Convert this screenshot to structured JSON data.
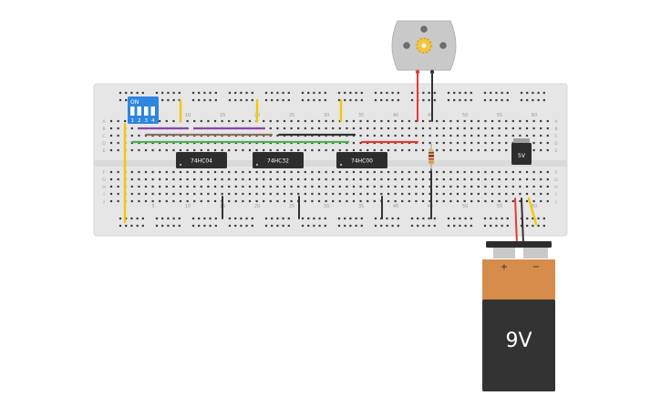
{
  "dip_switch": {
    "label": "ON",
    "numbers": [
      "1",
      "2",
      "3",
      "4"
    ]
  },
  "chips": [
    {
      "id": "inverter",
      "label": "74HC04"
    },
    {
      "id": "or-gate",
      "label": "74HC32"
    },
    {
      "id": "nand-gate",
      "label": "74HC00"
    }
  ],
  "regulator": {
    "label": "5V"
  },
  "battery": {
    "label": "9V",
    "plus": "+",
    "minus": "−"
  },
  "breadboard": {
    "top_numbers": [
      "10",
      "15",
      "20",
      "25",
      "30",
      "35",
      "40",
      "45",
      "50",
      "55",
      "60"
    ],
    "bottom_numbers": [
      "5",
      "10",
      "15",
      "20",
      "25",
      "30",
      "35",
      "40",
      "45",
      "50",
      "55",
      "60"
    ],
    "rows_left": [
      "A",
      "B",
      "C",
      "D",
      "E",
      "F",
      "G",
      "H",
      "I",
      "J"
    ],
    "rows_right": [
      "A",
      "B",
      "C",
      "D",
      "E",
      "F",
      "G",
      "H",
      "I",
      "J"
    ]
  },
  "colors": {
    "board": "#e6e6e6",
    "chip": "#2d2d2d",
    "dip": "#2e86de",
    "battery_top": "#d68c4b",
    "battery_body": "#333333",
    "motor": "#c9c9c9",
    "gear": "#f4c542"
  }
}
